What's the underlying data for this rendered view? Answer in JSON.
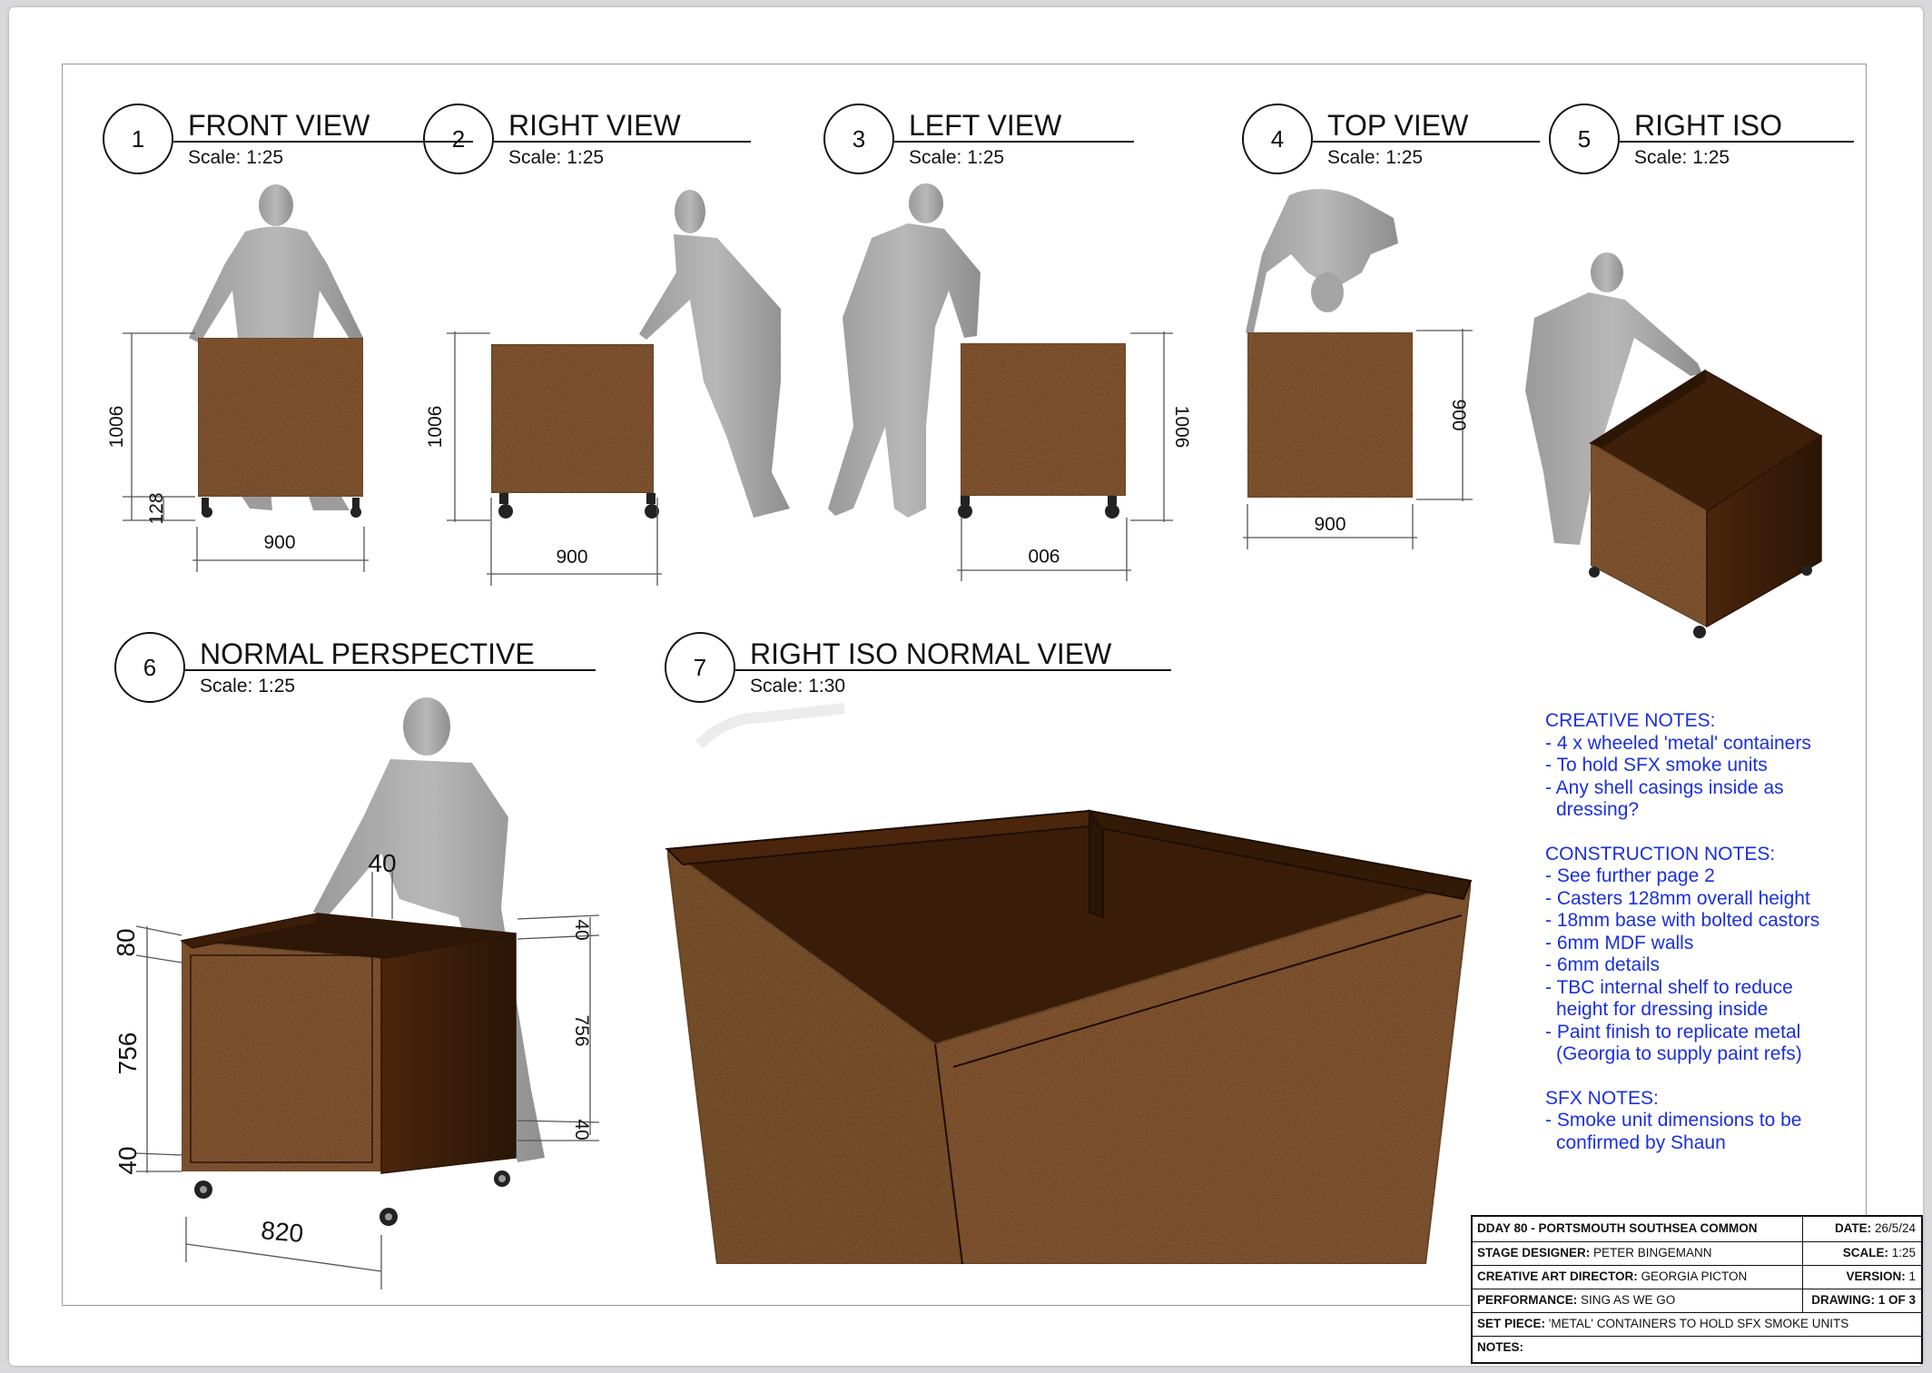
{
  "views": [
    {
      "num": "1",
      "title": "FRONT VIEW",
      "scale": "Scale: 1:25"
    },
    {
      "num": "2",
      "title": "RIGHT VIEW",
      "scale": "Scale: 1:25"
    },
    {
      "num": "3",
      "title": "LEFT VIEW",
      "scale": "Scale: 1:25"
    },
    {
      "num": "4",
      "title": "TOP VIEW",
      "scale": "Scale: 1:25"
    },
    {
      "num": "5",
      "title": "RIGHT ISO",
      "scale": "Scale: 1:25"
    },
    {
      "num": "6",
      "title": "NORMAL PERSPECTIVE",
      "scale": "Scale: 1:25"
    },
    {
      "num": "7",
      "title": "RIGHT ISO NORMAL VIEW",
      "scale": "Scale: 1:30"
    }
  ],
  "dimensions": {
    "front_height": "1006",
    "front_caster": "128",
    "front_width": "900",
    "right_height": "1006",
    "right_width": "900",
    "left_height": "1006",
    "left_width": "900",
    "top_depth": "900",
    "top_width": "900",
    "persp_top": "80",
    "persp_height": "756",
    "persp_base": "40",
    "persp_lip": "40",
    "persp_right_top": "40",
    "persp_right_height": "756",
    "persp_right_base": "40",
    "persp_width": "820"
  },
  "notes": {
    "creative_heading": "CREATIVE NOTES:",
    "creative": [
      "- 4 x wheeled 'metal' containers",
      "- To hold SFX smoke units",
      "- Any shell casings inside as",
      "  dressing?"
    ],
    "construction_heading": "CONSTRUCTION NOTES:",
    "construction": [
      "- See further page 2",
      "- Casters 128mm overall height",
      "- 18mm base with bolted castors",
      "- 6mm MDF walls",
      "- 6mm details",
      "- TBC internal shelf to reduce",
      "  height for dressing inside",
      "- Paint finish to replicate metal",
      "  (Georgia to supply paint refs)"
    ],
    "sfx_heading": "SFX NOTES:",
    "sfx": [
      "- Smoke unit dimensions to be",
      "  confirmed by Shaun"
    ]
  },
  "title_block": {
    "project": "DDAY 80 - PORTSMOUTH SOUTHSEA COMMON",
    "date_label": "DATE:",
    "date": "26/5/24",
    "designer_label": "STAGE DESIGNER:",
    "designer": "PETER BINGEMANN",
    "scale_label": "SCALE:",
    "scale": "1:25",
    "director_label": "CREATIVE ART DIRECTOR:",
    "director": "GEORGIA PICTON",
    "version_label": "VERSION:",
    "version": "1",
    "performance_label": "PERFORMANCE:",
    "performance": "SING AS WE GO",
    "drawing_label": "DRAWING:",
    "drawing": "1 OF 3",
    "setpiece_label": "SET PIECE:",
    "setpiece": "'METAL' CONTAINERS TO HOLD SFX SMOKE UNITS",
    "notes_label": "NOTES:"
  },
  "colors": {
    "notes_text": "#1a2fe0",
    "rust": "#5a2f12",
    "figure": "#a6a6a6"
  }
}
